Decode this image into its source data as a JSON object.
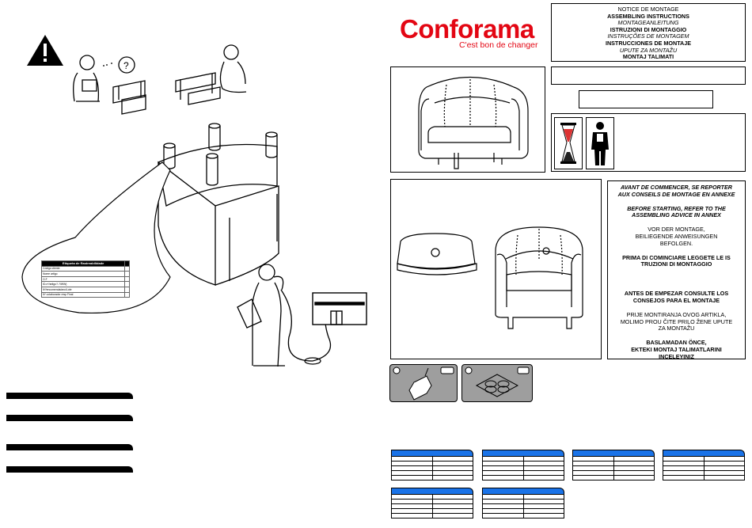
{
  "brand": {
    "name": "Conforama",
    "tagline": "C'est bon de changer",
    "color": "#e30613"
  },
  "titles": [
    {
      "text": "NOTICE DE MONTAGE",
      "style": "normal"
    },
    {
      "text": "ASSEMBLING INSTRUCTIONS",
      "style": "bold"
    },
    {
      "text": "MONTAGEANLEITUNG",
      "style": "italic"
    },
    {
      "text": "ISTRUZIONI DI MONTAGGIO",
      "style": "bold"
    },
    {
      "text": "INSTRUÇÕES DE MONTAGEM",
      "style": "italic"
    },
    {
      "text": "INSTRUCCIONES DE MONTAJE",
      "style": "bold"
    },
    {
      "text": "UPUTE ZA MONTAŽU",
      "style": "italic"
    },
    {
      "text": "MONTAJ TALIMATI",
      "style": "bold"
    }
  ],
  "advice": [
    {
      "lines": [
        "AVANT DE COMMENCER, SE REPORTER",
        "AUX CONSEILS DE MONTAGE  EN ANNEXE"
      ],
      "style": "bold-italic"
    },
    {
      "lines": [
        "BEFORE STARTING, REFER TO THE",
        "ASSEMBLING ADVICE IN ANNEX"
      ],
      "style": "bold-italic"
    },
    {
      "lines": [
        "VOR DER MONTAGE,",
        "BEILIEGENDE ANWEISUNGEN",
        "BEFOLGEN."
      ],
      "style": "normal"
    },
    {
      "lines": [
        "PRIMA DI COMINCIARE LEGGETE LE IS",
        "TRUZIONI DI MONTAGGIO"
      ],
      "style": "bold"
    },
    {
      "lines": [
        "ANTES DE EMPEZAR CONSULTE LOS",
        "CONSEJOS PARA EL MONTAJE"
      ],
      "style": "bold"
    },
    {
      "lines": [
        "PRIJE MONTIRANJA OVOG ARTIKLA,",
        "MOLIMO PROU ČITE PRILO ŽENE UPUTE",
        "ZA MONTAŽU"
      ],
      "style": "normal"
    },
    {
      "lines": [
        "BASLAMADAN ÖNCE,",
        "EKTEKI MONTAJ TALIMATLARINI",
        "INCELEYINIZ"
      ],
      "style": "bold"
    }
  ],
  "traceability_label": {
    "title": "Etiqueta de Rastreabilidade",
    "rows": [
      "Código cliente",
      "Nome artigo",
      "O.F",
      "ID-nº/artigo?-?/WW)",
      "Nº/encomenda/ano/Lote",
      "Nº colaborador resp Final"
    ]
  },
  "icons": {
    "warning": "warning-triangle-icon",
    "hourglass": "hourglass-icon",
    "worker": "worker-icon",
    "foot_cap": "felt-pad-icon",
    "pads": "pads-tray-icon"
  },
  "colors": {
    "table_header": "#1a73e8",
    "panel_grey": "#9e9e9e"
  }
}
